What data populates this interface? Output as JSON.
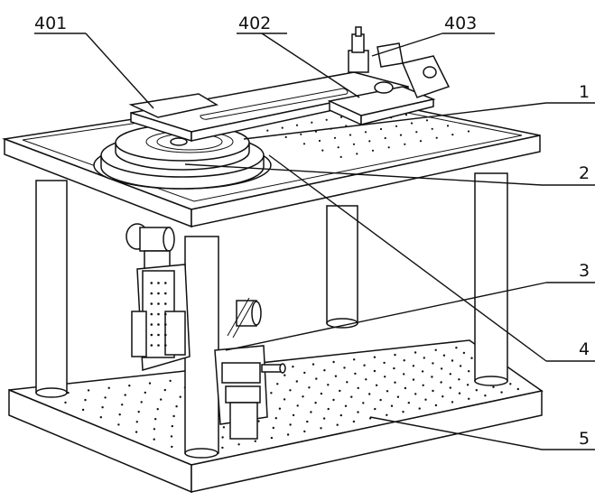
{
  "figure": {
    "labels": {
      "l401": "401",
      "l402": "402",
      "l403": "403",
      "l1": "1",
      "l2": "2",
      "l3": "3",
      "l4": "4",
      "l5": "5"
    }
  }
}
